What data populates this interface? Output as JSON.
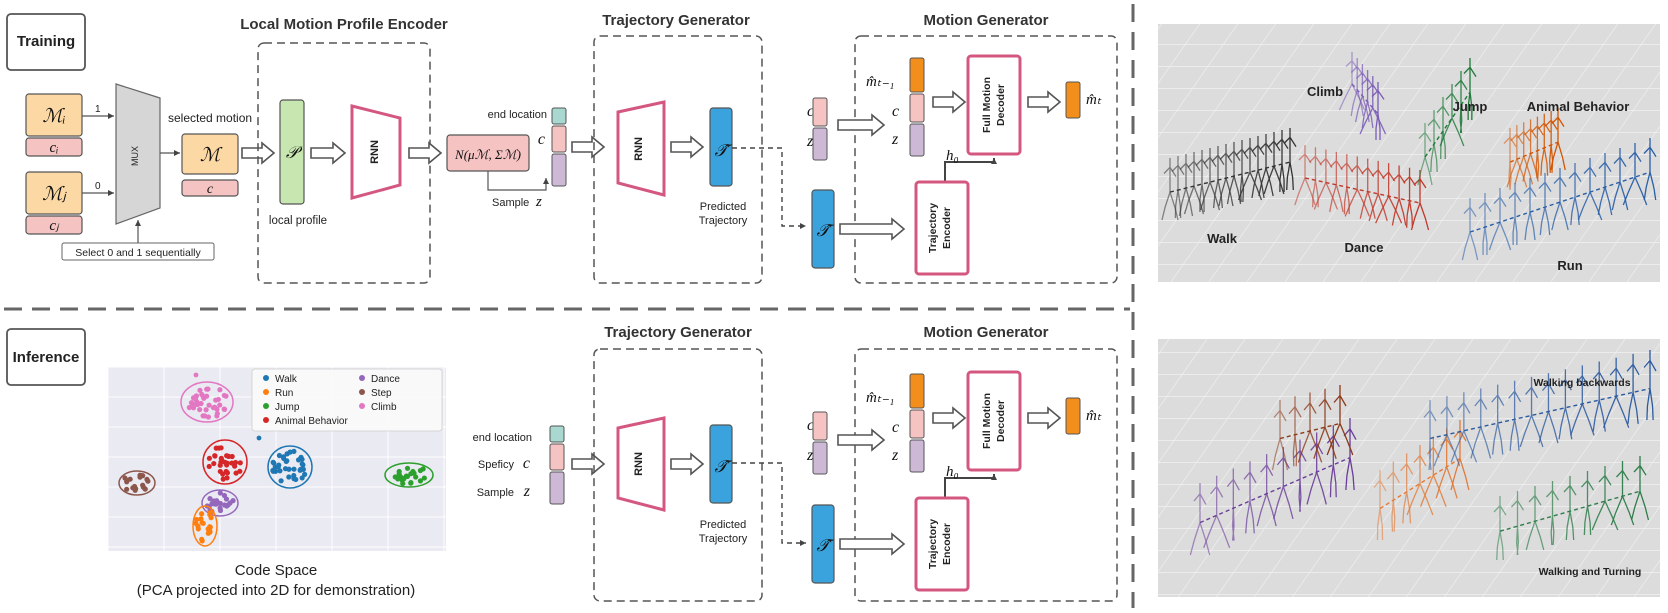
{
  "sections": {
    "training_label": "Training",
    "inference_label": "Inference"
  },
  "training": {
    "local_encoder_title": "Local Motion Profile Encoder",
    "trajectory_title": "Trajectory Generator",
    "motion_title": "Motion Generator",
    "input_i": "ℳᵢ",
    "cond_i": "cᵢ",
    "input_j": "ℳⱼ",
    "cond_j": "cⱼ",
    "mux_label": "MUX",
    "mux_in1": "1",
    "mux_in0": "0",
    "select_note": "Select 0 and 1 sequentially",
    "selected_motion_label": "selected motion",
    "selected_motion_symbol": "ℳ",
    "selected_cond_symbol": "c",
    "profile_symbol": "𝒫",
    "local_profile_label": "local profile",
    "rnn": "RNN",
    "distribution": "N(μℳ, Σℳ)",
    "end_location": "end location",
    "c_symbol": "c",
    "sample_label": "Sample",
    "z_symbol": "z",
    "traj_symbol": "𝒯̂",
    "predicted_trajectory_1": "Predicted",
    "predicted_trajectory_2": "Trajectory",
    "m_prev": "m̂ₜ₋₁",
    "m_next": "m̂ₜ",
    "full_motion_decoder_1": "Full Motion",
    "full_motion_decoder_2": "Decoder",
    "h0": "h₀",
    "trajectory_encoder_1": "Trajectory",
    "trajectory_encoder_2": "Encoder"
  },
  "inference": {
    "trajectory_title": "Trajectory Generator",
    "motion_title": "Motion Generator",
    "end_location": "end location",
    "specify_label": "Speficy",
    "sample_label": "Sample",
    "caption_1": "Code Space",
    "caption_2": "(PCA projected into 2D for demonstration)",
    "scatter_legend": [
      {
        "label": "Walk",
        "color": "#1f77b4"
      },
      {
        "label": "Dance",
        "color": "#9467bd"
      },
      {
        "label": "Run",
        "color": "#ff7f0e"
      },
      {
        "label": "Step",
        "color": "#8c564b"
      },
      {
        "label": "Jump",
        "color": "#2ca02c"
      },
      {
        "label": "Climb",
        "color": "#e377c2"
      },
      {
        "label": "Animal Behavior",
        "color": "#d62728"
      }
    ]
  },
  "renders": {
    "top_labels": [
      "Climb",
      "Jump",
      "Animal Behavior",
      "Walk",
      "Dance",
      "Run"
    ],
    "bottom_labels": [
      "Walking backwards",
      "Walking and Turning"
    ]
  },
  "colors": {
    "orange_box": "#fcd9a4",
    "pink_box": "#f6c3c3",
    "green_box": "#c8e6b0",
    "blue_box": "#3aa3dd",
    "lavender_box": "#cdb9d6",
    "teal_box": "#a8d8cf",
    "orange_m": "#f28e1c",
    "rnn_stroke": "#d4577f"
  }
}
